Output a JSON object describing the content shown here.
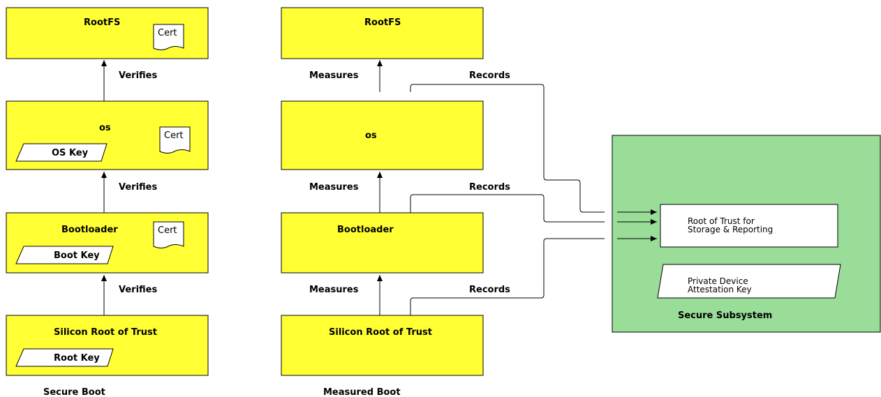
{
  "secure_boot": {
    "caption": "Secure Boot",
    "rootfs": {
      "title": "RootFS",
      "cert": "Cert"
    },
    "os": {
      "title": "os",
      "cert": "Cert",
      "key": "OS Key"
    },
    "bootloader": {
      "title": "Bootloader",
      "cert": "Cert",
      "key": "Boot Key"
    },
    "silicon": {
      "title": "Silicon Root of Trust",
      "key": "Root Key"
    },
    "edge_labels": [
      "Verifies",
      "Verifies",
      "Verifies"
    ]
  },
  "measured_boot": {
    "caption": "Measured Boot",
    "rootfs": {
      "title": "RootFS"
    },
    "os": {
      "title": "os"
    },
    "bootloader": {
      "title": "Bootloader"
    },
    "silicon": {
      "title": "Silicon Root of Trust"
    },
    "measure_labels": [
      "Measures",
      "Measures",
      "Measures"
    ],
    "record_labels": [
      "Records",
      "Records",
      "Records"
    ]
  },
  "secure_subsystem": {
    "caption": "Secure Subsystem",
    "rts_line1": "Root of Trust for",
    "rts_line2": "Storage & Reporting",
    "key_line1": "Private Device",
    "key_line2": "Attestation Key"
  },
  "colors": {
    "component_fill": "#ffff33",
    "subsystem_fill": "#99dd99"
  }
}
